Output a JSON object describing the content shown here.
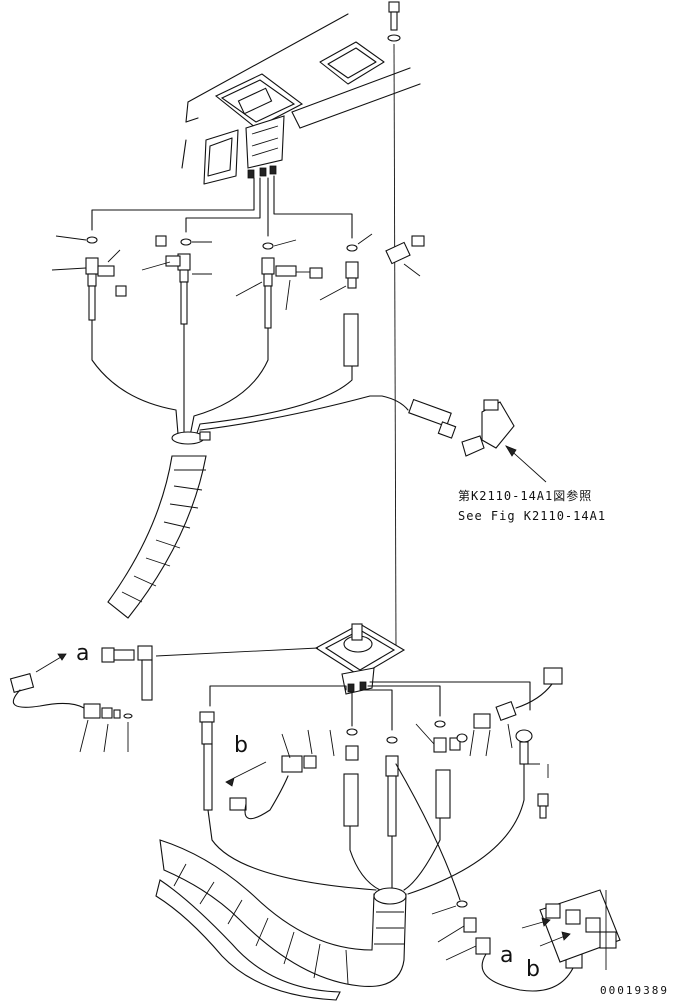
{
  "reference": {
    "line1": "第K2110-14A1図参照",
    "line2": "See Fig K2110-14A1"
  },
  "markers": {
    "upper_a": "a",
    "upper_b": "b",
    "lower_a": "a",
    "lower_b": "b"
  },
  "drawing_number": "00019389"
}
